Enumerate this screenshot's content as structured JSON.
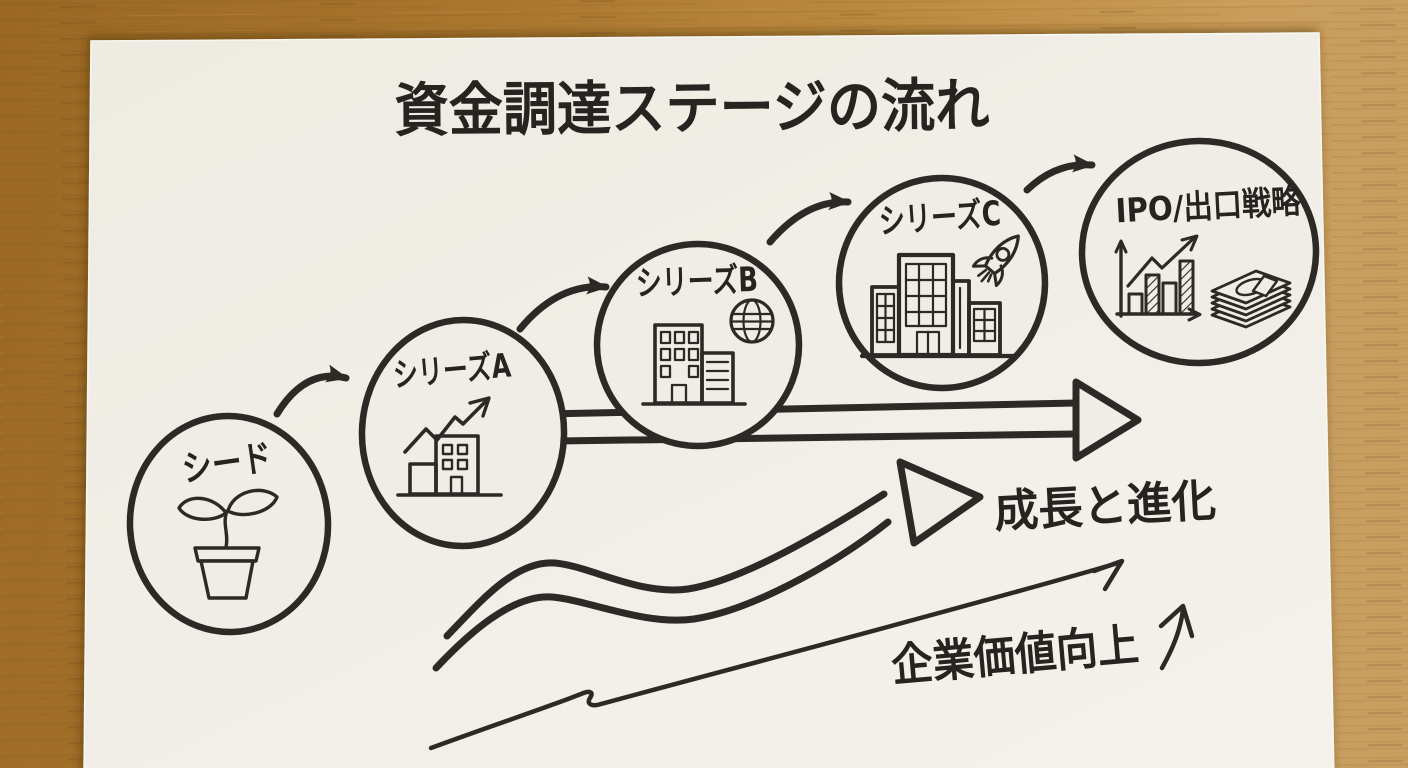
{
  "title": "資金調達ステージの流れ",
  "stages": [
    {
      "id": "seed",
      "label": "シード",
      "icon": "seedling-pot-icon"
    },
    {
      "id": "series-a",
      "label": "シリーズA",
      "icon": "building-growth-chart-icon"
    },
    {
      "id": "series-b",
      "label": "シリーズB",
      "icon": "buildings-globe-icon"
    },
    {
      "id": "series-c",
      "label": "シリーズC",
      "icon": "office-buildings-rocket-icon"
    },
    {
      "id": "ipo",
      "label": "IPO/出口戦略",
      "icon": "bar-chart-cash-icon"
    }
  ],
  "annotations": {
    "growth": "成長と進化",
    "value": "企業価値向上"
  },
  "colors": {
    "ink": "#2b2a26",
    "paper": "#efede5",
    "wood_dark": "#9a6823",
    "wood_light": "#cb9d5a"
  }
}
